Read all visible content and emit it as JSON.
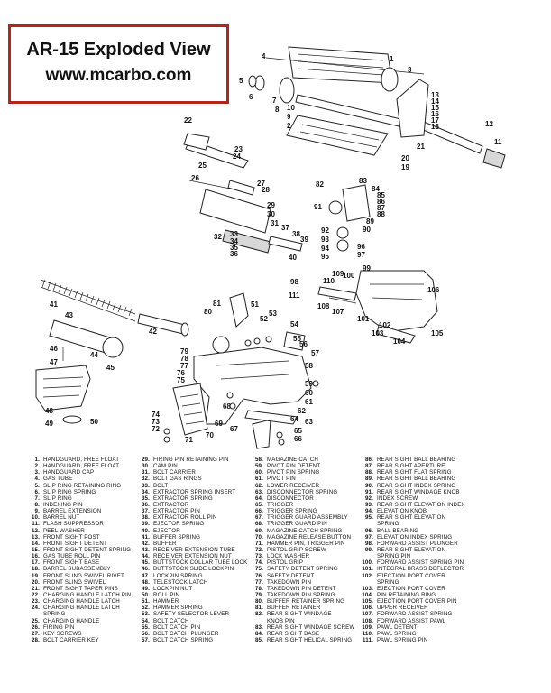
{
  "title": "AR-15 Exploded View",
  "website": "www.mcarbo.com",
  "callouts": [
    "1",
    "2",
    "3",
    "4",
    "5",
    "6",
    "7",
    "8",
    "9",
    "10",
    "11",
    "12",
    "13",
    "14",
    "15",
    "16",
    "17",
    "18",
    "19",
    "20",
    "21",
    "22",
    "23",
    "24",
    "25",
    "26",
    "27",
    "28",
    "29",
    "30",
    "31",
    "32",
    "33",
    "34",
    "35",
    "36",
    "37",
    "38",
    "39",
    "40",
    "41",
    "42",
    "43",
    "44",
    "45",
    "46",
    "47",
    "48",
    "49",
    "50",
    "51",
    "52",
    "53",
    "54",
    "55",
    "56",
    "57",
    "58",
    "59",
    "60",
    "61",
    "62",
    "63",
    "64",
    "65",
    "66",
    "67",
    "68",
    "69",
    "70",
    "71",
    "72",
    "73",
    "74",
    "75",
    "76",
    "77",
    "78",
    "79",
    "80",
    "81",
    "82",
    "83",
    "84",
    "85",
    "86",
    "87",
    "88",
    "89",
    "90",
    "91",
    "92",
    "93",
    "94",
    "95",
    "96",
    "97",
    "98",
    "99",
    "100",
    "101",
    "102",
    "103",
    "104",
    "105",
    "106",
    "107",
    "108",
    "109",
    "110",
    "111"
  ],
  "legend": [
    [
      {
        "num": "1.",
        "label": "Handguard, free float"
      },
      {
        "num": "2.",
        "label": "Handguard, free float"
      },
      {
        "num": "3.",
        "label": "Handguard cap"
      },
      {
        "num": "4.",
        "label": "Gas tube"
      },
      {
        "num": "5.",
        "label": "Slip ring retaining ring"
      },
      {
        "num": "6.",
        "label": "Slip ring spring"
      },
      {
        "num": "7.",
        "label": "Slip ring"
      },
      {
        "num": "8.",
        "label": "Indexing pin"
      },
      {
        "num": "9.",
        "label": "Barrel extension"
      },
      {
        "num": "10.",
        "label": "Barrel nut"
      },
      {
        "num": "11.",
        "label": "Flash suppressor"
      },
      {
        "num": "12.",
        "label": "Peel washer"
      },
      {
        "num": "13.",
        "label": "Front sight post"
      },
      {
        "num": "14.",
        "label": "Front sight detent"
      },
      {
        "num": "15.",
        "label": "Front sight detent spring"
      },
      {
        "num": "16.",
        "label": "Gas tube roll pin"
      },
      {
        "num": "17.",
        "label": "Front sight base"
      },
      {
        "num": "18.",
        "label": "Barrel subassembly"
      },
      {
        "num": "19.",
        "label": "Front sling swivel rivet"
      },
      {
        "num": "20.",
        "label": "Front sling swivel"
      },
      {
        "num": "21.",
        "label": "Front sight taper pins"
      },
      {
        "num": "22.",
        "label": "Charging handle latch pin"
      },
      {
        "num": "23.",
        "label": "Charging handle latch"
      },
      {
        "num": "24.",
        "label": "Charging handle latch",
        "cont": "spring"
      },
      {
        "num": "25.",
        "label": "Charging handle"
      },
      {
        "num": "26.",
        "label": "Firing pin"
      },
      {
        "num": "27.",
        "label": "Key screws"
      },
      {
        "num": "28.",
        "label": "Bolt carrier key"
      }
    ],
    [
      {
        "num": "29.",
        "label": "Firing pin retaining pin"
      },
      {
        "num": "30.",
        "label": "Cam pin"
      },
      {
        "num": "31.",
        "label": "Bolt carrier"
      },
      {
        "num": "32.",
        "label": "Bolt gas rings"
      },
      {
        "num": "33.",
        "label": "Bolt"
      },
      {
        "num": "34.",
        "label": "Extractor spring insert"
      },
      {
        "num": "35.",
        "label": "Extractor spring"
      },
      {
        "num": "36.",
        "label": "Extractor"
      },
      {
        "num": "37.",
        "label": "Extractor pin"
      },
      {
        "num": "38.",
        "label": "Extractor roll pin"
      },
      {
        "num": "39.",
        "label": "Ejector spring"
      },
      {
        "num": "40.",
        "label": "Ejector"
      },
      {
        "num": "41.",
        "label": "Buffer spring"
      },
      {
        "num": "42.",
        "label": "Buffer"
      },
      {
        "num": "43.",
        "label": "Receiver extension tube"
      },
      {
        "num": "44.",
        "label": "Receiver extension nut"
      },
      {
        "num": "45.",
        "label": "Buttstock collar tube lock"
      },
      {
        "num": "46.",
        "label": "Buttstock slide lockpin"
      },
      {
        "num": "47.",
        "label": "Lockpin spring"
      },
      {
        "num": "48.",
        "label": "Telestock latch"
      },
      {
        "num": "49.",
        "label": "Lockpin nut"
      },
      {
        "num": "50.",
        "label": "Roll pin"
      },
      {
        "num": "51.",
        "label": "Hammer"
      },
      {
        "num": "52.",
        "label": "Hammer spring"
      },
      {
        "num": "53.",
        "label": "Safety selector lever"
      },
      {
        "num": "54.",
        "label": "Bolt catch"
      },
      {
        "num": "55.",
        "label": "Bolt catch pin"
      },
      {
        "num": "56.",
        "label": "Bolt catch plunger"
      },
      {
        "num": "57.",
        "label": "Bolt catch spring"
      }
    ],
    [
      {
        "num": "58.",
        "label": "Magazine catch"
      },
      {
        "num": "59.",
        "label": "Pivot pin detent"
      },
      {
        "num": "60.",
        "label": "Pivot pin spring"
      },
      {
        "num": "61.",
        "label": "Pivot pin"
      },
      {
        "num": "62.",
        "label": "Lower receiver"
      },
      {
        "num": "63.",
        "label": "Disconnector spring"
      },
      {
        "num": "64.",
        "label": "Disconnector"
      },
      {
        "num": "65.",
        "label": "Trigger"
      },
      {
        "num": "66.",
        "label": "Trigger spring"
      },
      {
        "num": "67.",
        "label": "Trigger guard assembly"
      },
      {
        "num": "68.",
        "label": "Trigger guard pin"
      },
      {
        "num": "69.",
        "label": "Magazine catch spring"
      },
      {
        "num": "70.",
        "label": "Magazine release button"
      },
      {
        "num": "71.",
        "label": "Hammer pin, trigger pin"
      },
      {
        "num": "72.",
        "label": "Pistol grip screw"
      },
      {
        "num": "73.",
        "label": "Lock washer"
      },
      {
        "num": "74.",
        "label": "Pistol grip"
      },
      {
        "num": "75.",
        "label": "Safety detent spring"
      },
      {
        "num": "76.",
        "label": "Safety detent"
      },
      {
        "num": "77.",
        "label": "Takedown pin"
      },
      {
        "num": "78.",
        "label": "Takedown pin detent"
      },
      {
        "num": "79.",
        "label": "Takedown pin spring"
      },
      {
        "num": "80.",
        "label": "Buffer retainer spring"
      },
      {
        "num": "81.",
        "label": "Buffer retainer"
      },
      {
        "num": "82.",
        "label": "Rear sight windage",
        "cont": "knob pin"
      },
      {
        "num": "83.",
        "label": "Rear sight windage screw"
      },
      {
        "num": "84.",
        "label": "Rear sight base"
      },
      {
        "num": "85.",
        "label": "Rear sight helical spring"
      }
    ],
    [
      {
        "num": "86.",
        "label": "Rear sight ball bearing"
      },
      {
        "num": "87.",
        "label": "Rear sight aperture"
      },
      {
        "num": "88.",
        "label": "Rear sight flat spring"
      },
      {
        "num": "89.",
        "label": "Rear sight ball bearing"
      },
      {
        "num": "90.",
        "label": "Rear sight index spring"
      },
      {
        "num": "91.",
        "label": "Rear sight windage knob"
      },
      {
        "num": "92.",
        "label": "Index screw"
      },
      {
        "num": "93.",
        "label": "Rear sight elevation index"
      },
      {
        "num": "94.",
        "label": "Elevation knob"
      },
      {
        "num": "95.",
        "label": "Rear sight elevation",
        "cont": "spring"
      },
      {
        "num": "96.",
        "label": "Ball bearing"
      },
      {
        "num": "97.",
        "label": "Elevation index spring"
      },
      {
        "num": "98.",
        "label": "Forward assist plunger"
      },
      {
        "num": "99.",
        "label": "Rear sight elevation",
        "cont": "spring pin"
      },
      {
        "num": "100.",
        "label": "Forward assist spring pin"
      },
      {
        "num": "101.",
        "label": "Integral brass deflector"
      },
      {
        "num": "102.",
        "label": "Ejection port cover",
        "cont": "spring"
      },
      {
        "num": "103.",
        "label": "Ejection port cover"
      },
      {
        "num": "104.",
        "label": "Pin retaining ring"
      },
      {
        "num": "105.",
        "label": "Ejection port cover pin"
      },
      {
        "num": "106.",
        "label": "Upper receiver"
      },
      {
        "num": "107.",
        "label": "Forward assist spring"
      },
      {
        "num": "108.",
        "label": "Forward assist pawl"
      },
      {
        "num": "109.",
        "label": "Pawl detent"
      },
      {
        "num": "110.",
        "label": "Pawl spring"
      },
      {
        "num": "111.",
        "label": "Pawl spring pin"
      }
    ]
  ]
}
